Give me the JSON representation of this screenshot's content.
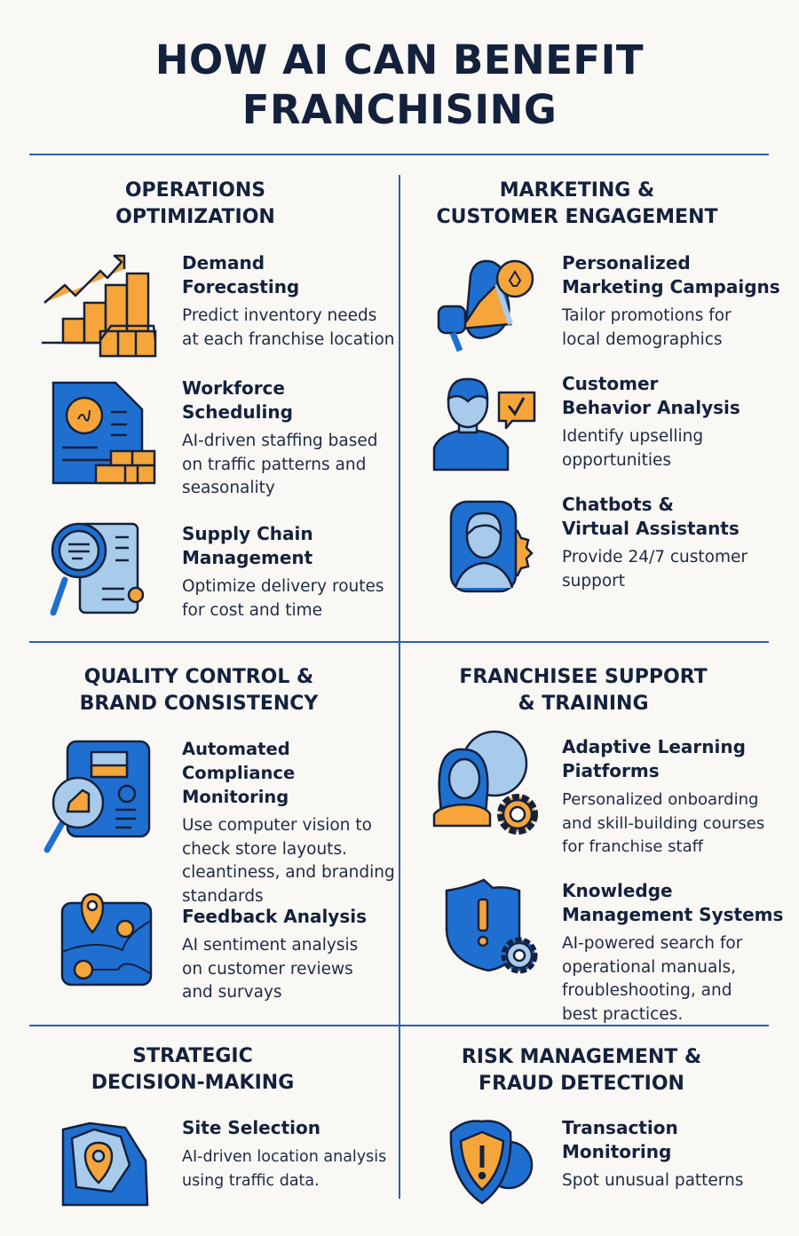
{
  "title": "HOW AI CAN BENEFIT\nFRANCHISING",
  "colors": {
    "navy": "#14213d",
    "blue": "#1f6fd1",
    "orange": "#f5a53a",
    "light_blue": "#a9cbeb",
    "background": "#f9f8f4"
  },
  "sections": [
    {
      "heading": "OPERATIONS\nOPTIMIZATION",
      "items": [
        {
          "title": "Demand\nForecasting",
          "desc": "Predict inventory needs\nat each franchise location",
          "icon": "bar-chart-icon"
        },
        {
          "title": "Workforce\nScheduling",
          "desc": "AI-driven staffing based\non traffic patterns and\nseasonality",
          "icon": "schedule-document-icon"
        },
        {
          "title": "Supply Chain\nManagement",
          "desc": "Optimize delivery routes\nfor cost and time",
          "icon": "magnifier-document-icon"
        }
      ]
    },
    {
      "heading": "MARKETING &\nCUSTOMER ENGAGEMENT",
      "items": [
        {
          "title": "Personalized\nMarketing Campaigns",
          "desc": "Tailor promotions for\nlocal demographics",
          "icon": "megaphone-icon"
        },
        {
          "title": "Customer\nBehavior Analysis",
          "desc": "Identify upselling\nopportunities",
          "icon": "person-check-icon"
        },
        {
          "title": "Chatbots &\nVirtual Assistants",
          "desc": "Provide 24/7 customer\nsupport",
          "icon": "assistant-icon"
        }
      ]
    },
    {
      "heading": "QUALITY CONTROL &\nBRAND CONSISTENCY",
      "items": [
        {
          "title": "Automated Compliance\nMonitoring",
          "desc": "Use computer vision to\ncheck store layouts.\ncleantiness, and branding\nstandards",
          "icon": "inspection-icon"
        },
        {
          "title": "Feedback Analysis",
          "desc": "AI sentiment analysis\non customer reviews\nand survays",
          "icon": "map-pin-icon"
        }
      ]
    },
    {
      "heading": "FRANCHISEE SUPPORT\n& TRAINING",
      "items": [
        {
          "title": "Adaptive Learning\nPiatforms",
          "desc": "Personalized onboarding\nand skill-building courses\nfor franchise staff",
          "icon": "learner-gear-icon"
        },
        {
          "title": "Knowledge\nManagement Systems",
          "desc": "AI-powered search for\noperational manuals,\nfroubleshooting, and\nbest practices.",
          "icon": "shield-alert-gear-icon"
        }
      ]
    },
    {
      "heading": "STRATEGIC\nDECISION-MAKING",
      "items": [
        {
          "title": "Site Selection",
          "desc": "AI-driven location analysis\nusing traffic data.",
          "icon": "location-map-icon"
        }
      ]
    },
    {
      "heading": "RISK MANAGEMENT &\nFRAUD DETECTION",
      "items": [
        {
          "title": "Transaction\nMonitoring",
          "desc": "Spot unusual patterns",
          "icon": "shield-warning-icon"
        }
      ]
    }
  ]
}
